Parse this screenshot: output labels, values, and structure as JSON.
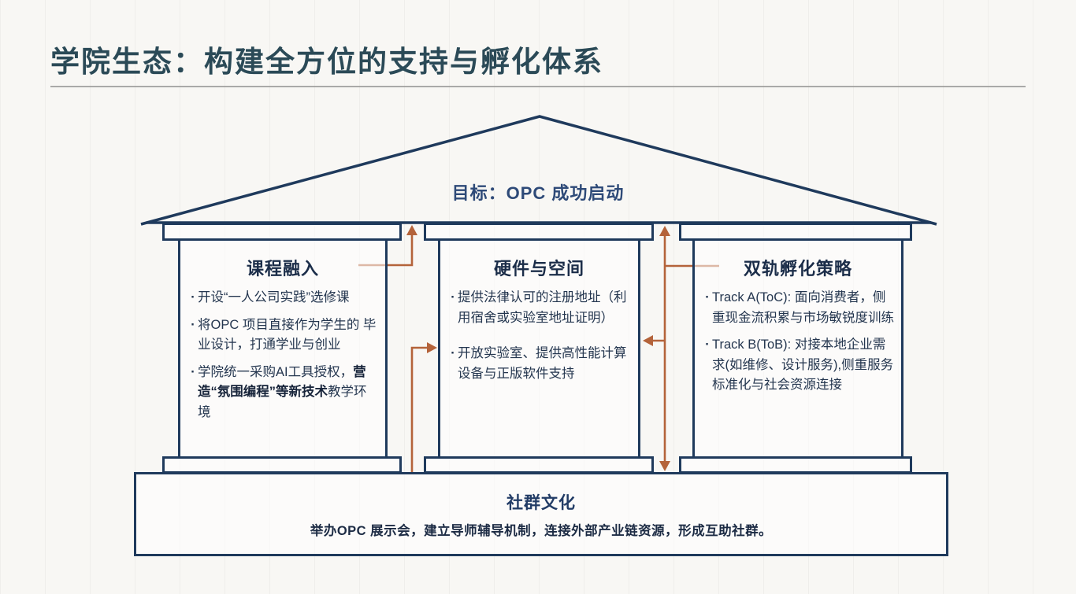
{
  "page": {
    "title": "学院生态：构建全方位的支持与孵化体系"
  },
  "diagram": {
    "roof_label": "目标：OPC 成功启动",
    "bullet_marker": "·",
    "pillars": [
      {
        "title": "课程融入",
        "bullets": [
          {
            "text": "开设“一人公司实践”选修课"
          },
          {
            "text": "将OPC 项目直接作为学生的 毕业设计，打通学业与创业"
          },
          {
            "pre": "学院统一采购AI工具授权，",
            "bold": "营造“氛围编程”等新技术",
            "post": "教学环境"
          }
        ]
      },
      {
        "title": "硬件与空间",
        "bullets": [
          {
            "text": "提供法律认可的注册地址（利用宿舍或实验室地址证明）"
          },
          {
            "text": "开放实验室、提供高性能计算设备与正版软件支持"
          }
        ]
      },
      {
        "title": "双轨孵化策略",
        "bullets": [
          {
            "text": "Track A(ToC): 面向消费者，侧重现金流积累与市场敏锐度训练"
          },
          {
            "text": "Track B(ToB): 对接本地企业需求(如维修、设计服务),侧重服务标准化与社会资源连接"
          }
        ]
      }
    ],
    "foundation": {
      "title": "社群文化",
      "description": "举办OPC 展示会，建立导师辅导机制，连接外部产业链资源，形成互助社群。"
    },
    "colors": {
      "structure_line": "#1f3a5c",
      "arrow": "#b4633a",
      "page_title": "#2b4a57",
      "roof_text": "#2e4a78",
      "background": "#f8f7f4"
    }
  }
}
